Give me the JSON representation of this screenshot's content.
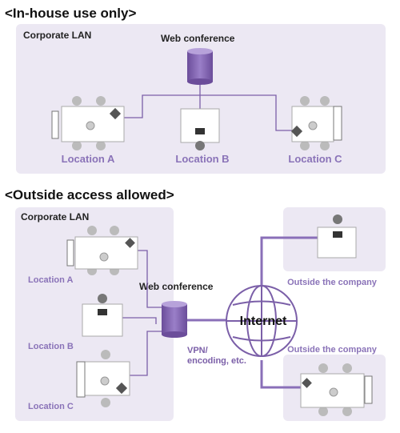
{
  "section1": {
    "heading": "<In-house use only>",
    "lan_label": "Corporate LAN",
    "server_label": "Web conference",
    "locations": [
      "Location A",
      "Location B",
      "Location C"
    ]
  },
  "section2": {
    "heading": "<Outside access allowed>",
    "lan_label": "Corporate LAN",
    "server_label": "Web conference",
    "locations": [
      "Location A",
      "Location B",
      "Location C"
    ],
    "internet_label": "Internet",
    "vpn_label_line1": "VPN/",
    "vpn_label_line2": "encoding, etc.",
    "outside_labels": [
      "Outside the company",
      "Outside the company"
    ]
  },
  "colors": {
    "panel_bg": "#ece8f3",
    "accent": "#7b5fa8",
    "label_purple": "#8a73b8",
    "room_fill": "#ffffff",
    "heading": "#111111"
  },
  "icons": [
    "database-icon",
    "globe-icon",
    "laptop-icon",
    "meeting-room-icon",
    "person-icon"
  ]
}
